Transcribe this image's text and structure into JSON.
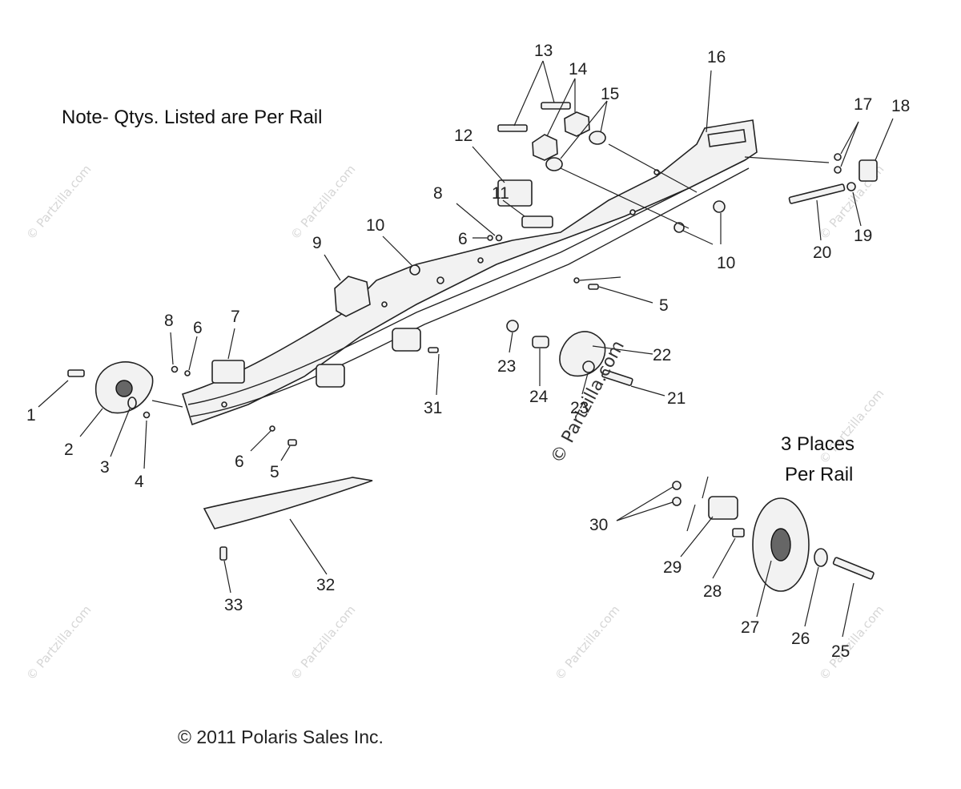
{
  "note": "Note- Qtys. Listed are Per Rail",
  "places_note": [
    "3 Places",
    "Per Rail"
  ],
  "copyright": "© 2011 Polaris Sales Inc.",
  "watermark": "© Partzilla.com",
  "callouts": [
    "1",
    "2",
    "3",
    "4",
    "5",
    "5",
    "6",
    "6",
    "6",
    "7",
    "8",
    "8",
    "9",
    "10",
    "10",
    "11",
    "12",
    "13",
    "14",
    "15",
    "16",
    "17",
    "18",
    "19",
    "20",
    "21",
    "22",
    "23",
    "23",
    "24",
    "25",
    "26",
    "27",
    "28",
    "29",
    "30",
    "31",
    "32",
    "33"
  ]
}
